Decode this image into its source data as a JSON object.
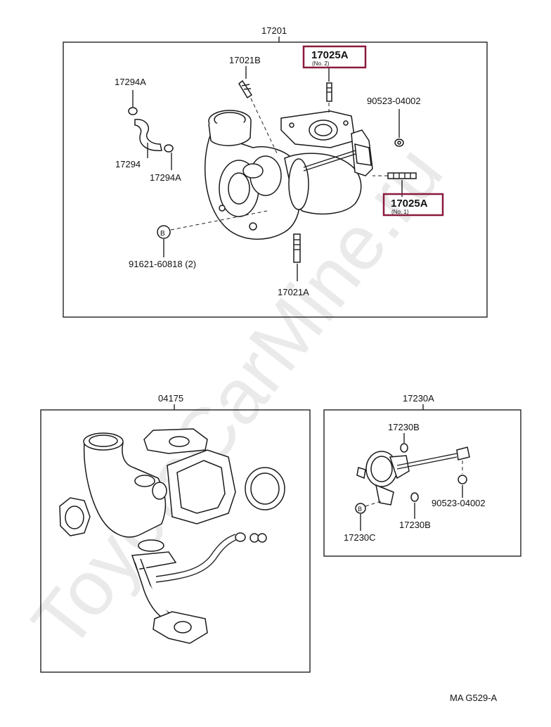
{
  "watermark": "ToyotaCarMine.ru",
  "footer_code": "MA  G529-A",
  "highlight_color": "#8b1a3c",
  "assembly": {
    "title": "17201",
    "labels": {
      "p17021B": "17021B",
      "p17025A_top": "17025A",
      "p17025A_top_note": "(No. 2)",
      "p17294A_top": "17294A",
      "p90523": "90523-04002",
      "p17294": "17294",
      "p17294A_bottom": "17294A",
      "p17025A_right": "17025A",
      "p17025A_right_note": "(No. 1)",
      "p91621": "91621-60818 (2)",
      "p17021A": "17021A",
      "bolt_marker": "B"
    }
  },
  "gasket_kit": {
    "title": "04175"
  },
  "actuator": {
    "title": "17230A",
    "labels": {
      "p17230B_top": "17230B",
      "p90523": "90523-04002",
      "p17230B_bottom": "17230B",
      "p17230C": "17230C",
      "bolt_marker": "B"
    }
  }
}
